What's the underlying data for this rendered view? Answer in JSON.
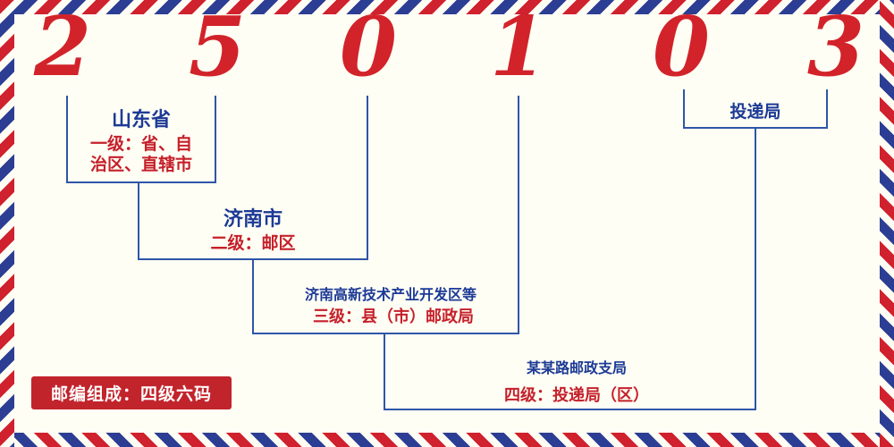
{
  "postal_code": {
    "digits": [
      "2",
      "5",
      "0",
      "1",
      "0",
      "3"
    ]
  },
  "annotations": {
    "level1": {
      "name": "山东省",
      "desc_line1": "一级：省、自",
      "desc_line2": "治区、直辖市"
    },
    "level2": {
      "name": "济南市",
      "desc": "二级：邮区"
    },
    "level3": {
      "name": "济南高新技术产业开发区等",
      "desc": "三级：县（市）邮政局"
    },
    "level4": {
      "name": "某某路邮政支局",
      "desc": "四级：投递局（区）"
    },
    "delivery": {
      "name": "投递局"
    }
  },
  "footer": {
    "composition": "邮编组成：四级六码"
  },
  "colors": {
    "digit_red": "#d2232a",
    "label_blue": "#1c3a96",
    "annotation_red": "#c5202a",
    "line_blue": "#2f55a8",
    "footer_bg": "#c2242c",
    "border_red": "#d0212e",
    "border_blue": "#2c3e94",
    "background": "#fffef4"
  }
}
